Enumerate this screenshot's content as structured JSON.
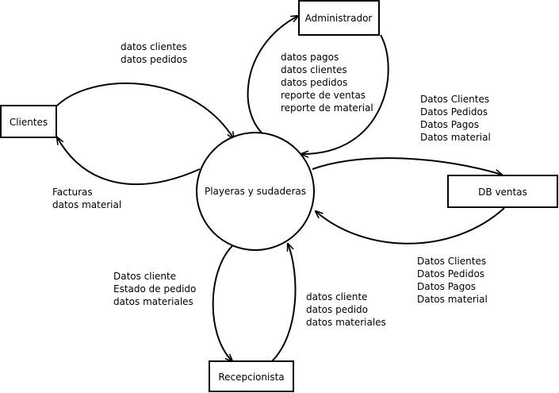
{
  "nodes": {
    "administrador": "Administrador",
    "clientes": "Clientes",
    "process": "Playeras y sudaderas",
    "db_ventas": "DB ventas",
    "recepcionista": "Recepcionista"
  },
  "flows": {
    "clientes_to_process": [
      "datos clientes",
      "datos pedidos"
    ],
    "process_to_clientes": [
      "Facturas",
      "datos material"
    ],
    "administrador_to_process": [
      "datos pagos",
      "datos clientes",
      "datos pedidos",
      "reporte de ventas",
      "reporte de material"
    ],
    "process_to_db": [
      "Datos Clientes",
      "Datos Pedidos",
      "Datos Pagos",
      "Datos material"
    ],
    "db_to_process": [
      "Datos Clientes",
      "Datos Pedidos",
      "Datos Pagos",
      "Datos material"
    ],
    "process_to_recepcionista": [
      "Datos cliente",
      "Estado de pedido",
      "datos materiales"
    ],
    "recepcionista_to_process": [
      "datos cliente",
      "datos pedido",
      "datos materiales"
    ]
  },
  "colors": {
    "line": "#000000",
    "background": "#ffffff"
  }
}
